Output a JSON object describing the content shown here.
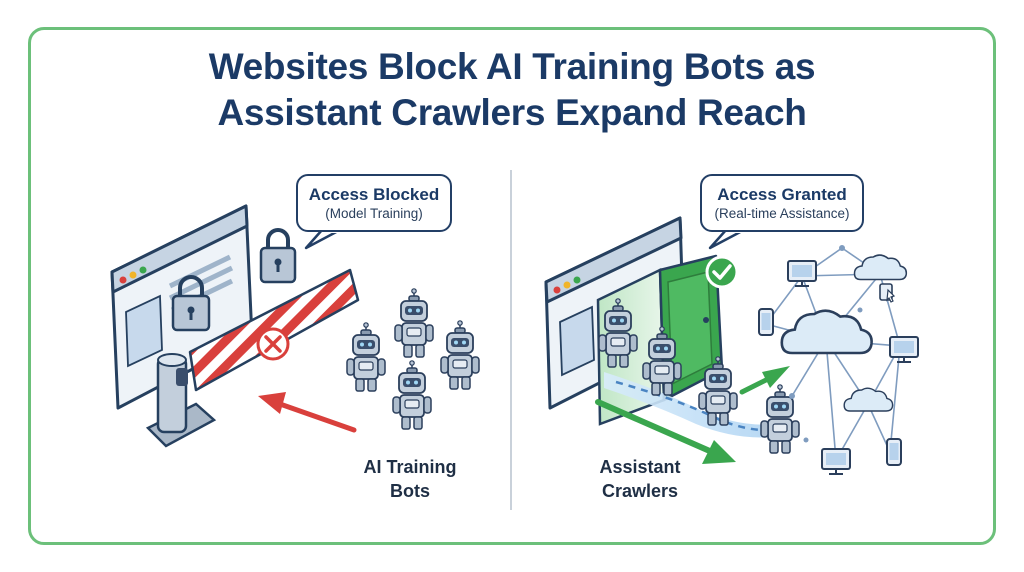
{
  "title": {
    "line1": "Websites Block AI Training Bots as",
    "line2": "Assistant Crawlers Expand Reach"
  },
  "left_panel": {
    "bubble_title": "Access Blocked",
    "bubble_subtitle": "(Model Training)",
    "caption_line1": "AI Training",
    "caption_line2": "Bots"
  },
  "right_panel": {
    "bubble_title": "Access Granted",
    "bubble_subtitle": "(Real-time Assistance)",
    "caption_line1": "Assistant",
    "caption_line2": "Crawlers"
  },
  "colors": {
    "navy": "#1b3a66",
    "frame_green": "#6cc07a",
    "block_red": "#d9403c",
    "grant_green": "#3aa64e",
    "arrow_blue": "#4a84c2"
  }
}
